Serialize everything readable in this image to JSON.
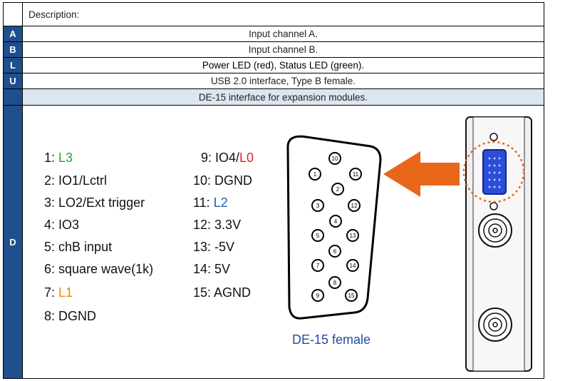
{
  "header": {
    "label": "Description:"
  },
  "rows": [
    {
      "key": "A",
      "text": "Input channel A."
    },
    {
      "key": "B",
      "text": "Input channel B."
    },
    {
      "key": "L",
      "text": "Power LED (red), Status LED (green)."
    },
    {
      "key": "U",
      "text": "USB 2.0 interface, Type B female."
    },
    {
      "key": "",
      "text": "DE-15 interface for expansion modules."
    }
  ],
  "d_key": "D",
  "pins_left": [
    {
      "num": "1:",
      "label": "L3",
      "color": "#2aa02a"
    },
    {
      "num": "2:",
      "label": "IO1/Lctrl"
    },
    {
      "num": "3:",
      "label": "LO2/Ext trigger"
    },
    {
      "num": "4:",
      "label": "IO3"
    },
    {
      "num": "5:",
      "label": "chB input"
    },
    {
      "num": "6:",
      "label": "square wave(1k)"
    },
    {
      "num": "7:",
      "label": "L1",
      "color": "#e08a00"
    },
    {
      "num": "8:",
      "label": "DGND"
    }
  ],
  "pins_right": [
    {
      "num": "9:",
      "label_a": "IO4/",
      "label_b": "L0"
    },
    {
      "num": "10:",
      "label": "DGND"
    },
    {
      "num": "11:",
      "label": "L2",
      "color": "#1f5fa8"
    },
    {
      "num": "12:",
      "label": "3.3V"
    },
    {
      "num": "13:",
      "label": "-5V"
    },
    {
      "num": "14:",
      "label": "5V"
    },
    {
      "num": "15:",
      "label": "AGND"
    }
  ],
  "connector": {
    "caption": "DE-15 female",
    "pin_numbers": [
      "1",
      "2",
      "3",
      "4",
      "5",
      "6",
      "7",
      "8",
      "9",
      "10",
      "11",
      "12",
      "13",
      "14",
      "15"
    ]
  },
  "colors": {
    "key_bg": "#1f4e8c",
    "highlight_row": "#dce6f0",
    "arrow": "#e8661a",
    "vga_blue": "#2b4fd8"
  }
}
